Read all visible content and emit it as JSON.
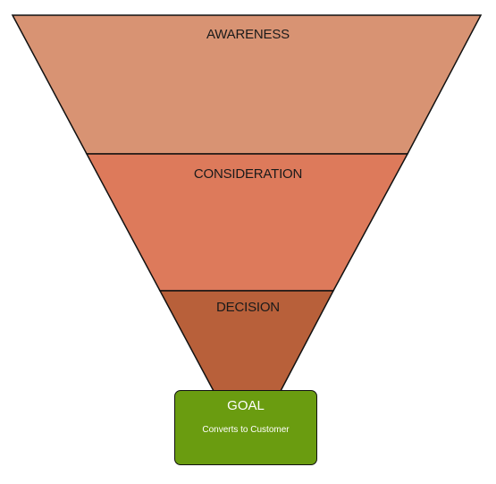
{
  "funnel": {
    "stages": [
      {
        "label": "AWARENESS",
        "color": "#d89373"
      },
      {
        "label": "CONSIDERATION",
        "color": "#dd7a5b"
      },
      {
        "label": "DECISION",
        "color": "#b8603a"
      }
    ],
    "outline_color": "#111111"
  },
  "goal": {
    "title": "GOAL",
    "subtitle": "Converts to Customer",
    "color": "#6a9c10"
  }
}
